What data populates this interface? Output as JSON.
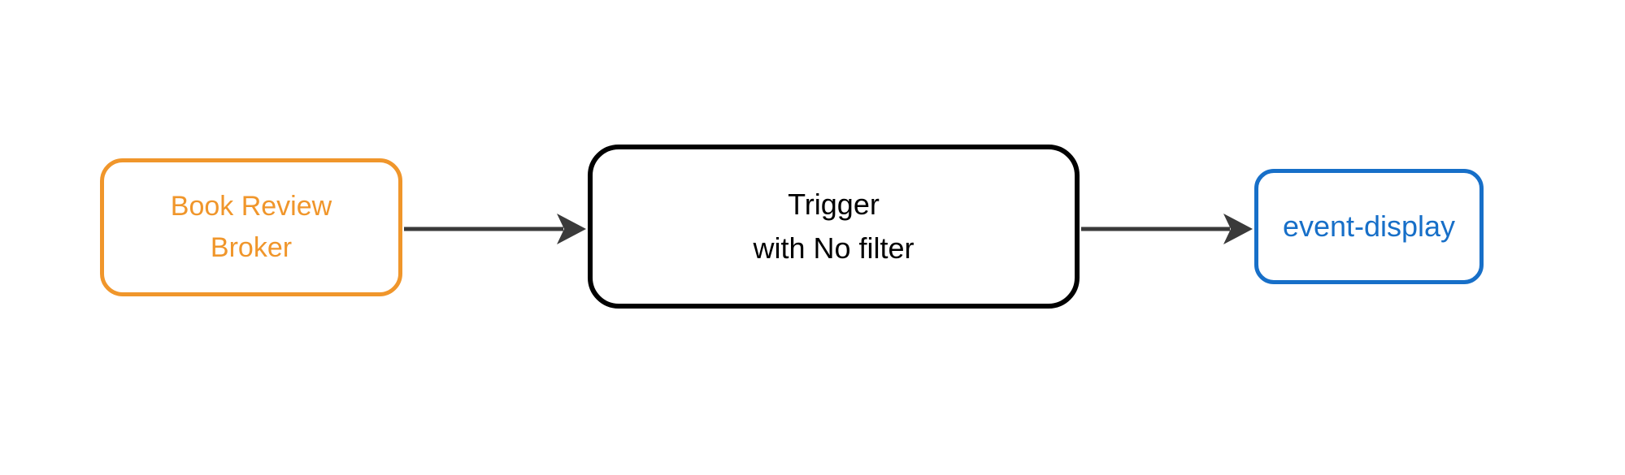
{
  "diagram": {
    "nodes": [
      {
        "id": "book-review-broker",
        "lines": [
          "Book Review",
          "Broker"
        ],
        "accent_color": "#F0962B"
      },
      {
        "id": "trigger-with-no-filter",
        "lines": [
          "Trigger",
          "with No filter"
        ],
        "accent_color": "#000000"
      },
      {
        "id": "event-display",
        "lines": [
          "event-display"
        ],
        "accent_color": "#176FC8"
      }
    ],
    "edges": [
      {
        "from": "book-review-broker",
        "to": "trigger-with-no-filter",
        "color": "#3A3A3A"
      },
      {
        "from": "trigger-with-no-filter",
        "to": "event-display",
        "color": "#3A3A3A"
      }
    ]
  },
  "colors": {
    "canvas-bg": "#FFFFFF",
    "broker-accent": "#F0962B",
    "trigger-accent": "#000000",
    "display-accent": "#176FC8",
    "edge-color": "#3A3A3A"
  }
}
